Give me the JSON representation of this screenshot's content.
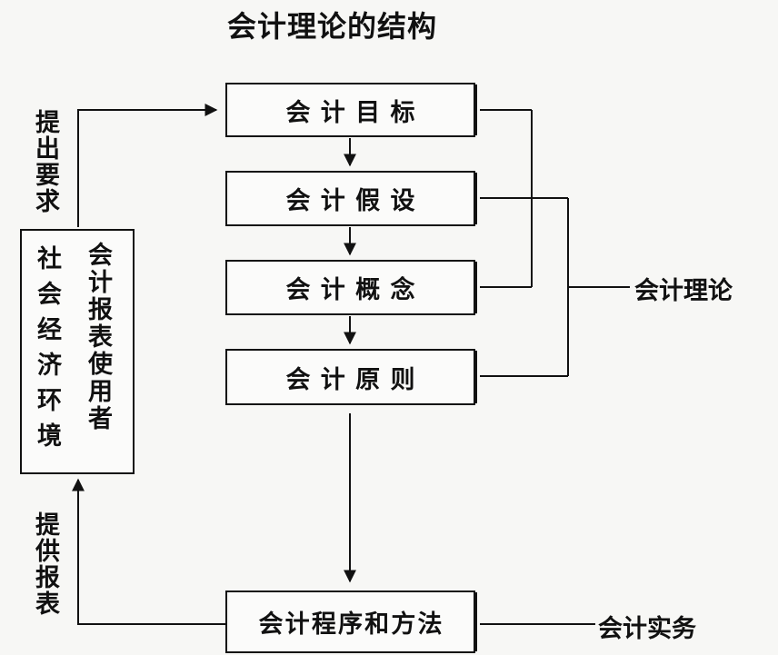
{
  "title": "会计理论的结构",
  "boxes": {
    "objectives": "会计目标",
    "assumptions": "会计假设",
    "concepts": "会计概念",
    "principles": "会计原则",
    "procedures": "会计程序和方法"
  },
  "environment": {
    "left_column": "社会经济环境",
    "right_column": "会计报表使用者"
  },
  "side_labels": {
    "requirements": "提出要求",
    "reports": "提供报表"
  },
  "right_labels": {
    "theory": "会计理论",
    "practice": "会计实务"
  }
}
